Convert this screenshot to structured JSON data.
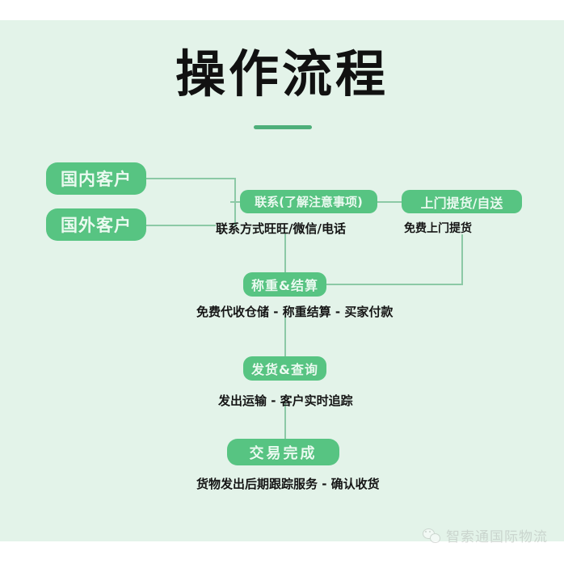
{
  "header": {
    "title": "操作流程",
    "divider_color": "#4eaf7a"
  },
  "theme": {
    "background": "#e3f3e9",
    "pill_green": "#57c482",
    "pill_text": "#eafaf0",
    "connector": "#8cc9a6",
    "caption_text": "#151515",
    "page_white": "#ffffff"
  },
  "chart_data": {
    "type": "diagram",
    "title": "操作流程",
    "nodes": [
      {
        "id": "domestic",
        "label": "国内客户",
        "caption": ""
      },
      {
        "id": "overseas",
        "label": "国外客户",
        "caption": ""
      },
      {
        "id": "contact",
        "label": "联系(了解注意事项)",
        "caption": "联系方式旺旺/微信/电话"
      },
      {
        "id": "pickup",
        "label": "上门提货/自送",
        "caption": "免费上门提货"
      },
      {
        "id": "weigh",
        "label": "称重&结算",
        "caption": "免费代收仓储 - 称重结算 - 买家付款"
      },
      {
        "id": "ship",
        "label": "发货&查询",
        "caption": "发出运输 - 客户实时追踪"
      },
      {
        "id": "done",
        "label": "交易完成",
        "caption": "货物发出后期跟踪服务 - 确认收货"
      }
    ],
    "edges": [
      {
        "from": "domestic",
        "to": "contact"
      },
      {
        "from": "overseas",
        "to": "contact"
      },
      {
        "from": "contact",
        "to": "pickup"
      },
      {
        "from": "contact",
        "to": "weigh"
      },
      {
        "from": "pickup",
        "to": "weigh"
      },
      {
        "from": "weigh",
        "to": "ship"
      },
      {
        "from": "ship",
        "to": "done"
      }
    ]
  },
  "nodes": {
    "domestic": {
      "label": "国内客户"
    },
    "overseas": {
      "label": "国外客户"
    },
    "contact": {
      "label": "联系(了解注意事项)",
      "caption": "联系方式旺旺/微信/电话"
    },
    "pickup": {
      "label": "上门提货/自送",
      "caption": "免费上门提货"
    },
    "weigh": {
      "label": "称重&结算",
      "caption": "免费代收仓储 - 称重结算 - 买家付款"
    },
    "ship": {
      "label": "发货&查询",
      "caption": "发出运输 - 客户实时追踪"
    },
    "done": {
      "label": "交易完成",
      "caption": "货物发出后期跟踪服务 - 确认收货"
    }
  },
  "watermark": {
    "icon": "wechat-icon",
    "text": "智索通国际物流"
  }
}
